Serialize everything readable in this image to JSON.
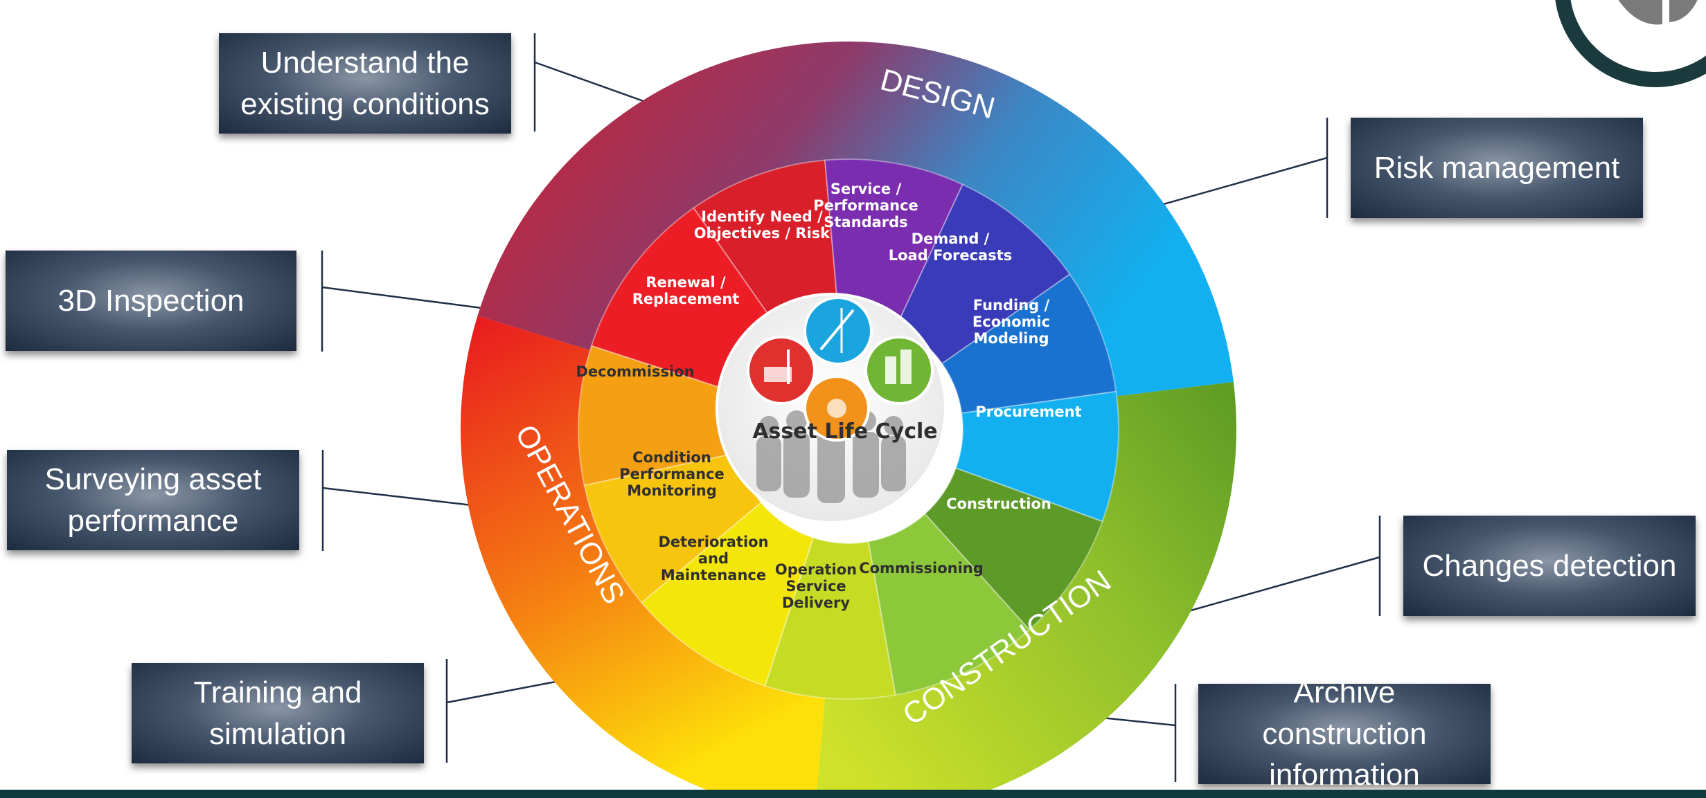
{
  "callouts": {
    "existing_conditions": "Understand the\nexisting conditions",
    "inspection_3d": "3D Inspection",
    "surveying": "Surveying asset\nperformance",
    "training": "Training and\nsimulation",
    "risk": "Risk management",
    "changes": "Changes detection",
    "archive": "Archive construction\ninformation"
  },
  "phases": {
    "design": "DESIGN",
    "operations": "OPERATIONS",
    "construction": "CONSTRUCTION"
  },
  "stages": {
    "identify": "Identify Need /\nObjectives / Risk",
    "service": "Service /\nPerformance\nStandards",
    "demand": "Demand /\nLoad Forecasts",
    "funding": "Funding /\nEconomic\nModeling",
    "procurement": "Procurement",
    "construction": "Construction",
    "commissioning": "Commissioning",
    "operation": "Operation\nService\nDelivery",
    "deterioration": "Deterioration\nand\nMaintenance",
    "condition": "Condition\nPerformance\nMonitoring",
    "decommission": "Decommission",
    "renewal": "Renewal /\nReplacement"
  },
  "center_title": "Asset Life Cycle",
  "colors": {
    "design_start": "#c2283a",
    "design_end": "#14a8e8",
    "construction": "#8fbf2a",
    "operations_start": "#e81f26",
    "operations_end": "#fcd10a",
    "callout_dark": "#1d2b3f",
    "band": "#0d3b3e"
  }
}
